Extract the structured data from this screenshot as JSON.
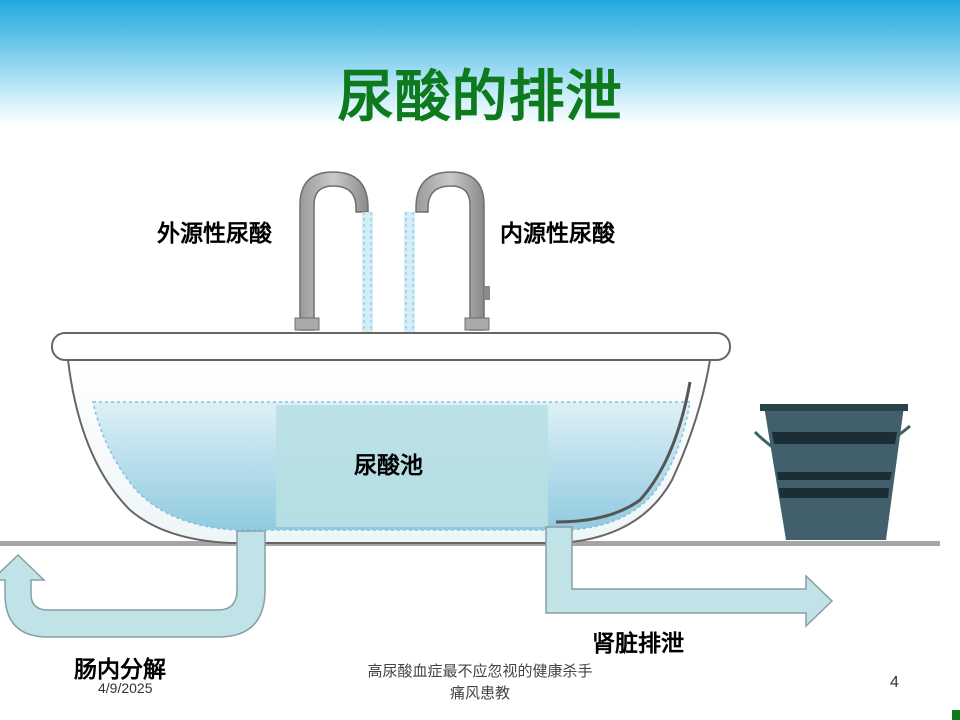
{
  "slide": {
    "title": "尿酸的排泄",
    "colors": {
      "title": "#0e7a1e",
      "header_gradient_top": "#22a8dc",
      "water": "#b9e0ea",
      "arrows": "#bfe3e6",
      "bucket": "#41606b"
    }
  },
  "diagram": {
    "source_exogenous": "外源性尿酸",
    "source_endogenous": "内源性尿酸",
    "pool": "尿酸池",
    "outlet_renal": "肾脏排泄",
    "outlet_intestinal": "肠内分解",
    "icons": [
      "faucet-icon",
      "bathtub-icon",
      "bucket-icon",
      "arrow-icon"
    ]
  },
  "footer": {
    "date": "4/9/2025",
    "title_line1": "高尿酸血症最不应忽视的健康杀手",
    "title_line2": "痛风患教",
    "page_number": "4"
  }
}
